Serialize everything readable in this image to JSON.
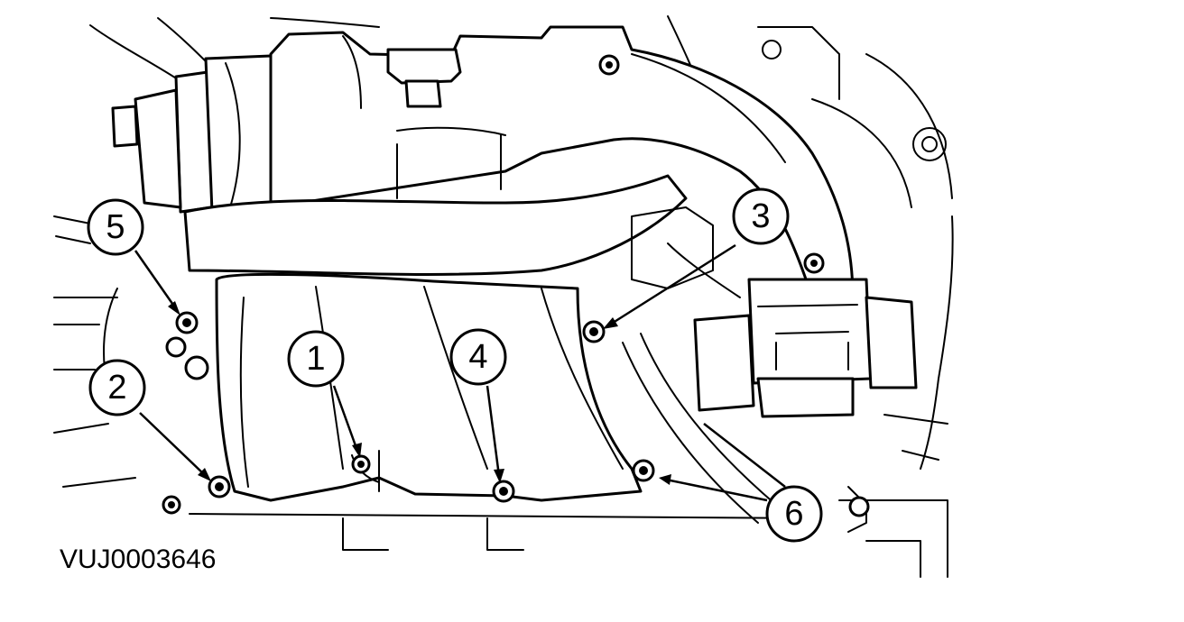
{
  "figure_id": "VUJ0003646",
  "callouts": [
    {
      "label": "1"
    },
    {
      "label": "2"
    },
    {
      "label": "3"
    },
    {
      "label": "4"
    },
    {
      "label": "5"
    },
    {
      "label": "6"
    }
  ]
}
